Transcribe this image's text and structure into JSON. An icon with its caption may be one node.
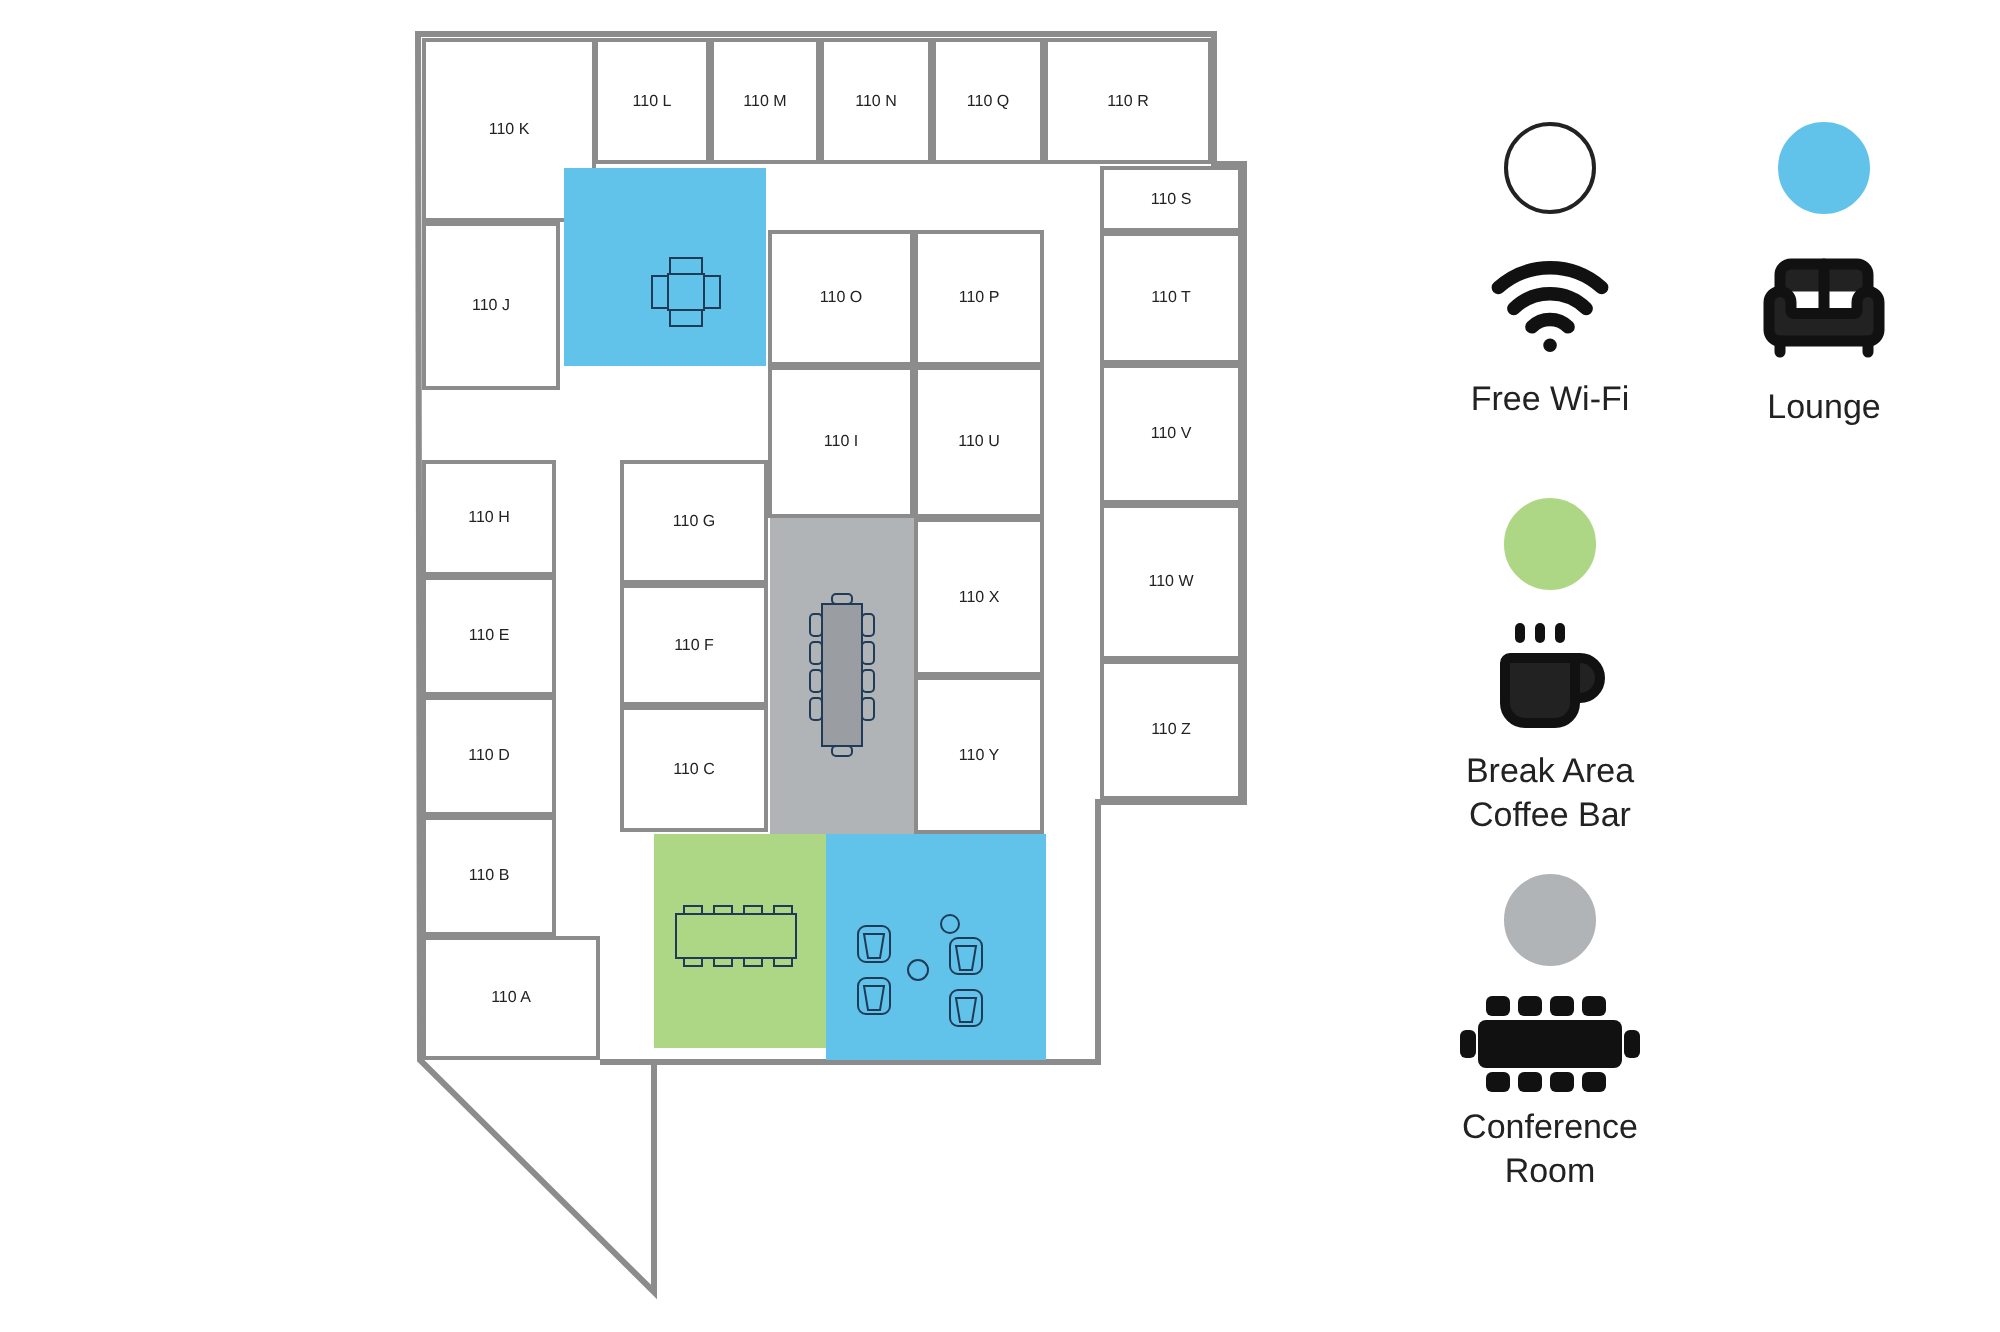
{
  "diagram": {
    "nodes": [
      {
        "text": [
          "110 K"
        ]
      },
      {
        "text": [
          "110 L"
        ]
      },
      {
        "text": [
          "110 M"
        ]
      },
      {
        "text": [
          "110 N"
        ]
      },
      {
        "text": [
          "110 Q"
        ]
      },
      {
        "text": [
          "110 R"
        ]
      },
      {
        "text": [
          "110 S"
        ]
      },
      {
        "text": [],
        "shape": "box"
      },
      {
        "text": [
          "110 J"
        ]
      },
      {
        "text": [
          "110 O"
        ]
      },
      {
        "text": [
          "110 P"
        ]
      },
      {
        "text": [
          "110 T"
        ]
      },
      {
        "text": [
          "110 I"
        ]
      },
      {
        "text": [
          "110 U"
        ]
      },
      {
        "text": [
          "110 V"
        ]
      },
      {
        "text": [
          "110 H"
        ]
      },
      {
        "text": [
          "110 G"
        ]
      },
      {
        "text": [],
        "shape": "box"
      },
      {
        "text": [
          "110 X"
        ]
      },
      {
        "text": [
          "110 W"
        ]
      },
      {
        "text": [
          "110 E"
        ]
      },
      {
        "text": [
          "110 F"
        ]
      },
      {
        "text": [
          "110 D"
        ]
      },
      {
        "text": [
          "110 C"
        ]
      },
      {
        "text": [
          "110 Y"
        ]
      },
      {
        "text": [
          "110 Z"
        ]
      },
      {
        "text": [
          "110 B"
        ]
      },
      {
        "text": [],
        "shape": "box"
      },
      {
        "text": [],
        "shape": "box"
      },
      {
        "text": [
          "110 A"
        ]
      }
    ],
    "legend": [
      {
        "text": "Free Wi-Fi",
        "color": "#ffffff"
      },
      {
        "text": "Lounge",
        "color": "#62c3ea"
      },
      {
        "text": "Break Area Coffee Bar",
        "color": "#add685"
      },
      {
        "text": "Conference Room",
        "color": "#b0b4b7"
      }
    ]
  }
}
